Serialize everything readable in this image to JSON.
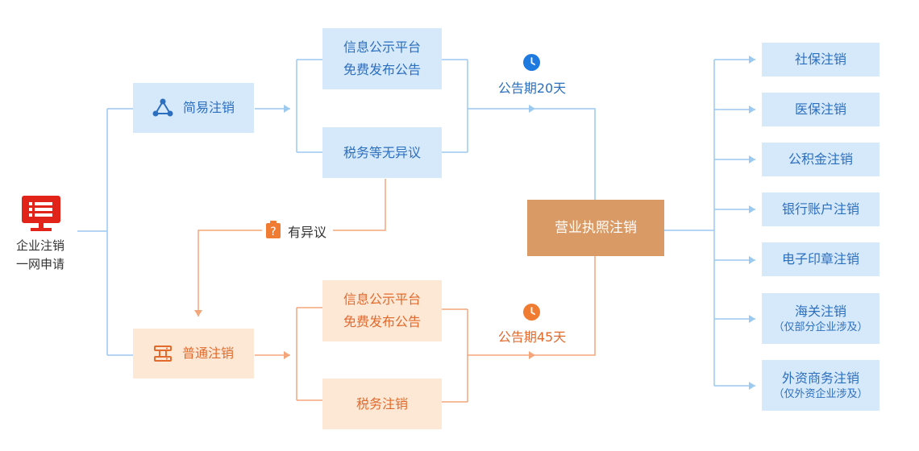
{
  "start": {
    "line1": "企业注销",
    "line2": "一网申请",
    "icon": "monitor-list-icon",
    "color": "#e2231a"
  },
  "simple": {
    "label": "简易注销",
    "icon": "share-nodes-icon",
    "publish": [
      "信息公示平台",
      "免费发布公告"
    ],
    "tax": "税务等无异议",
    "notice_period": "公告期20天",
    "clock_icon": "clock-icon"
  },
  "objection": {
    "label": "有异议",
    "icon": "question-clipboard-icon"
  },
  "normal": {
    "label": "普通注销",
    "icon": "server-stack-icon",
    "publish": [
      "信息公示平台",
      "免费发布公告"
    ],
    "tax": "税务注销",
    "notice_period": "公告期45天",
    "clock_icon": "clock-icon"
  },
  "license": {
    "label": "营业执照注销"
  },
  "outcomes": [
    {
      "label": "社保注销"
    },
    {
      "label": "医保注销"
    },
    {
      "label": "公积金注销"
    },
    {
      "label": "银行账户注销"
    },
    {
      "label": "电子印章注销"
    },
    {
      "label": "海关注销",
      "note": "（仅部分企业涉及）"
    },
    {
      "label": "外资商务注销",
      "note": "（仅外资企业涉及）"
    }
  ],
  "colors": {
    "blue_box": "#d6e9fb",
    "blue_text": "#2c6fbf",
    "blue_line": "#9cc9f0",
    "orange_box": "#fde8d6",
    "orange_text": "#e26a2c",
    "orange_line": "#f4a57a",
    "license_box": "#d99a66",
    "red": "#e2231a"
  }
}
